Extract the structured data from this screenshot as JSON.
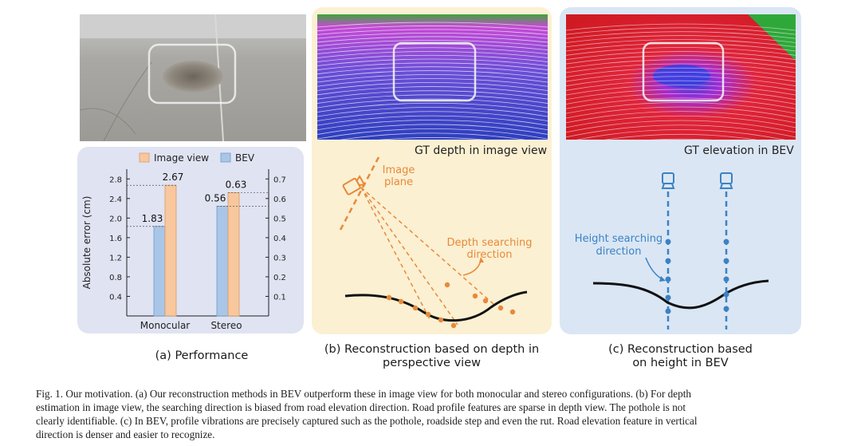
{
  "panel_a": {
    "chart_data": {
      "type": "bar",
      "categories": [
        "Monocular",
        "Stereo"
      ],
      "series": [
        {
          "name": "Image view",
          "values": [
            2.67,
            0.63
          ],
          "color": "#f8c79e"
        },
        {
          "name": "BEV",
          "values": [
            1.83,
            0.56
          ],
          "color": "#a9c6e8"
        }
      ],
      "data_labels": {
        "image_view": [
          "2.67",
          "0.63"
        ],
        "bev": [
          "1.83",
          "0.56"
        ]
      },
      "ylabel": "Absolute error (cm)",
      "left_axis": {
        "ylim": [
          0.0,
          3.0
        ],
        "ticks": [
          "0.4",
          "0.8",
          "1.2",
          "1.6",
          "2.0",
          "2.4",
          "2.8"
        ]
      },
      "right_axis": {
        "ylim": [
          0.0,
          0.75
        ],
        "ticks": [
          "0.1",
          "0.2",
          "0.3",
          "0.4",
          "0.5",
          "0.6",
          "0.7"
        ]
      },
      "legend_position": "top"
    },
    "caption": "(a) Performance"
  },
  "panel_b": {
    "image_label": "GT depth in image view",
    "image_plane_label": [
      "Image",
      "plane"
    ],
    "search_label": [
      "Depth searching",
      "direction"
    ],
    "caption": [
      "(b) Reconstruction based on depth in",
      "perspective view"
    ]
  },
  "panel_c": {
    "image_label": "GT elevation in BEV",
    "search_label": [
      "Height searching",
      "direction"
    ],
    "caption": [
      "(c) Reconstruction based",
      "on height in BEV"
    ]
  },
  "figure_caption": {
    "lines": [
      "Fig. 1.  Our motivation. (a) Our reconstruction methods in BEV outperform these in image view for both monocular and stereo configurations. (b) For depth",
      "estimation in image view, the searching direction is biased from road elevation direction. Road profile features are sparse in depth view. The pothole is not",
      "clearly identifiable. (c) In BEV, profile vibrations are precisely captured such as the pothole, roadside step and even the rut. Road elevation feature in vertical",
      "direction is denser and easier to recognize."
    ]
  },
  "colors": {
    "orange": "#e8893a",
    "blue": "#3b82c4",
    "panel_a_bg": "#dfe3f2",
    "panel_b_bg": "#fbf0d2",
    "panel_c_bg": "#dae6f4"
  }
}
